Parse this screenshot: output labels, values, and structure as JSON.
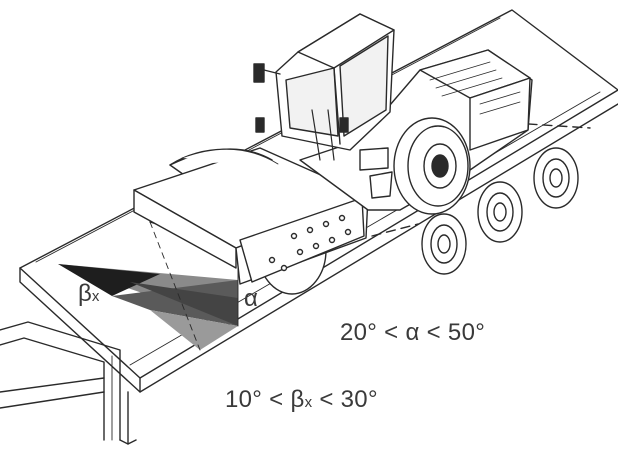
{
  "labels": {
    "beta_symbol": "β",
    "beta_subscript": "x",
    "alpha_symbol": "α"
  },
  "formulas": {
    "alpha_range": {
      "lower": "20°",
      "op1": "<",
      "symbol": "α",
      "op2": "<",
      "upper": "50°"
    },
    "beta_range": {
      "lower": "10°",
      "op1": "<",
      "symbol": "β",
      "subscript": "x",
      "op2": "<",
      "upper": "30°"
    }
  },
  "colors": {
    "line": "#2a2a2a",
    "shade_dark": "#1e1e1e",
    "shade_mid": "#5a5a5a",
    "shade_light": "#8a8a8a",
    "text": "#3a3a3a"
  }
}
